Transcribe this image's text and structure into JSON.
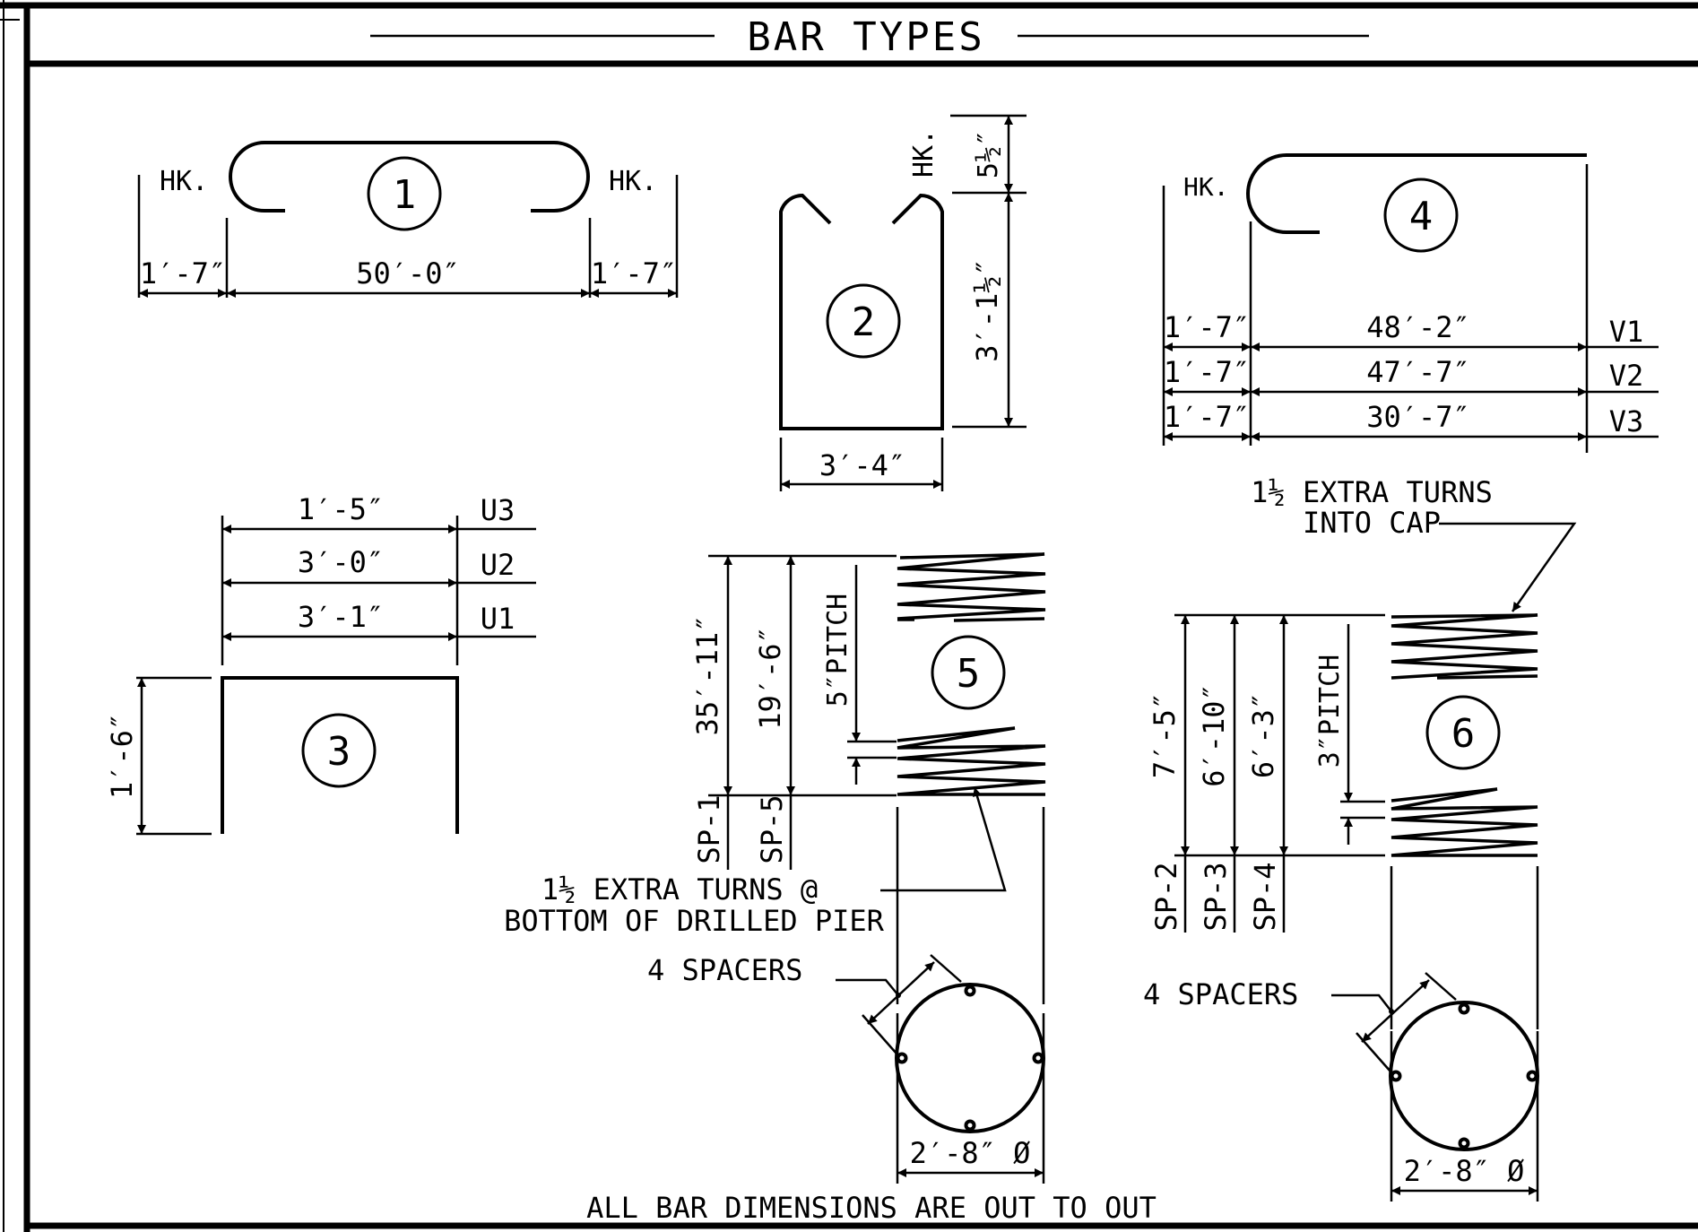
{
  "title": "BAR TYPES",
  "footer_note": "ALL BAR DIMENSIONS ARE OUT TO OUT",
  "bar1": {
    "mark": "1",
    "hook_left": "HK.",
    "hook_right": "HK.",
    "dim_left": "1′-7″",
    "dim_main": "50′-0″",
    "dim_right": "1′-7″"
  },
  "bar2": {
    "mark": "2",
    "hook": "HK.",
    "dim_hook": "5½″",
    "dim_height": "3′-1½″",
    "dim_width": "3′-4″"
  },
  "bar3": {
    "mark": "3",
    "dim_height": "1′-6″",
    "rows": [
      {
        "dim": "1′-5″",
        "label": "U3"
      },
      {
        "dim": "3′-0″",
        "label": "U2"
      },
      {
        "dim": "3′-1″",
        "label": "U1"
      }
    ]
  },
  "bar4": {
    "mark": "4",
    "hook": "HK.",
    "rows": [
      {
        "hook_dim": "1′-7″",
        "dim": "48′-2″",
        "label": "V1"
      },
      {
        "hook_dim": "1′-7″",
        "dim": "47′-7″",
        "label": "V2"
      },
      {
        "hook_dim": "1′-7″",
        "dim": "30′-7″",
        "label": "V3"
      }
    ],
    "note_line1": "1½  EXTRA TURNS",
    "note_line2": "INTO CAP"
  },
  "spiral5": {
    "mark": "5",
    "dim_sp1": "35′-11″",
    "dim_sp5": "19′-6″",
    "pitch": "5″PITCH",
    "label_sp1": "SP-1",
    "label_sp5": "SP-5",
    "note_line1": "1½  EXTRA TURNS @",
    "note_line2": "BOTTOM OF DRILLED PIER",
    "spacers": "4 SPACERS",
    "diameter": "2′-8″ Ø"
  },
  "spiral6": {
    "mark": "6",
    "dim_sp2": "7′-5″",
    "dim_sp3": "6′-10″",
    "dim_sp4": "6′-3″",
    "pitch": "3″PITCH",
    "label_sp2": "SP-2",
    "label_sp3": "SP-3",
    "label_sp4": "SP-4",
    "spacers": "4 SPACERS",
    "diameter": "2′-8″ Ø"
  }
}
